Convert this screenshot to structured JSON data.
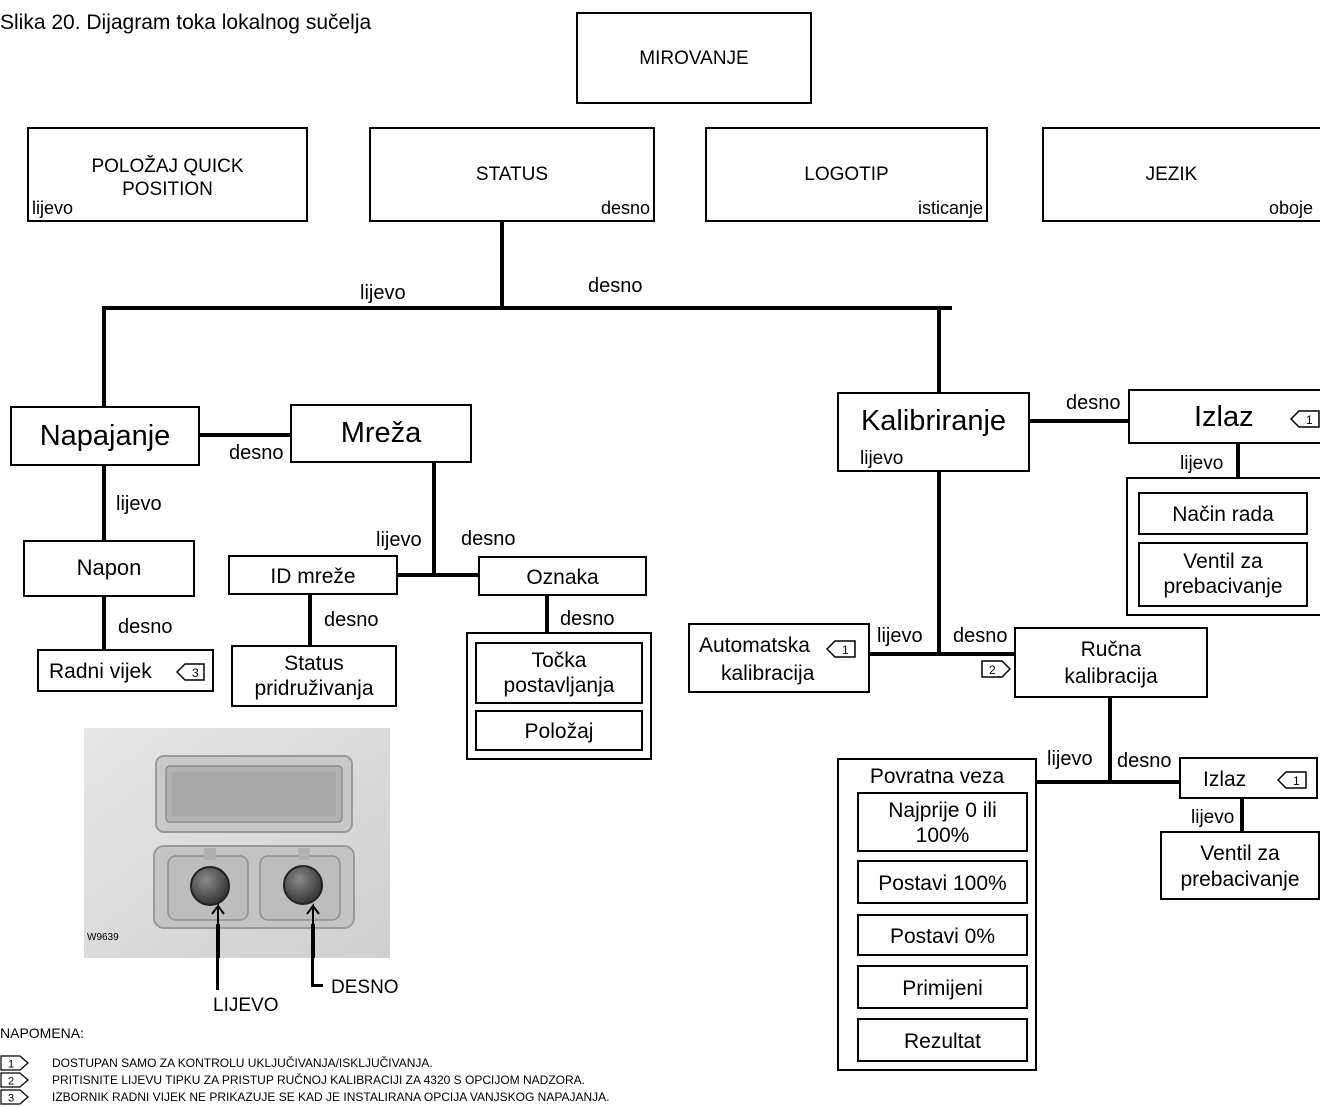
{
  "caption": "Slika 20. Dijagram toka lokalnog sučelja",
  "colors": {
    "line": "#000000",
    "background": "#ffffff",
    "photo_bg": "#d9d9d9"
  },
  "nodes": {
    "mirovanje": "MIROVANJE",
    "polozaj_quick": {
      "line1": "POLOŽAJ QUICK",
      "line2": "POSITION",
      "hint": "lijevo"
    },
    "status": {
      "label": "STATUS",
      "hint": "desno"
    },
    "logotip": {
      "label": "LOGOTIP",
      "hint": "isticanje"
    },
    "jezik": {
      "label": "JEZIK",
      "hint": "oboje"
    },
    "napajanje": "Napajanje",
    "mreza": "Mreža",
    "kalibriranje": {
      "label": "Kalibriranje",
      "hint": "lijevo"
    },
    "izlaz_top": "Izlaz",
    "nacin_rada": "Način rada",
    "ventil_top": {
      "line1": "Ventil za",
      "line2": "prebacivanje"
    },
    "napon": "Napon",
    "radni_vijek": "Radni vijek",
    "id_mreze": "ID mreže",
    "oznaka": "Oznaka",
    "status_pridruzivanja": {
      "line1": "Status",
      "line2": "pridruživanja"
    },
    "tocka_postavljanja": {
      "line1": "Točka",
      "line2": "postavljanja"
    },
    "polozaj": "Položaj",
    "automatska_kalibracija": {
      "line1": "Automatska",
      "line2": "kalibracija"
    },
    "rucna_kalibracija": {
      "line1": "Ručna",
      "line2": "kalibracija"
    },
    "povratna_veza": "Povratna veza",
    "najprije": {
      "line1": "Najprije 0 ili",
      "line2": "100%"
    },
    "postavi_100": "Postavi 100%",
    "postavi_0": "Postavi 0%",
    "primijeni": "Primijeni",
    "rezultat": "Rezultat",
    "izlaz_bottom": "Izlaz",
    "ventil_bottom": {
      "line1": "Ventil za",
      "line2": "prebacivanje"
    }
  },
  "edges": {
    "status_left": "lijevo",
    "status_right": "desno",
    "napajanje_mreza": "desno",
    "napajanje_napon": "lijevo",
    "napon_radni": "desno",
    "mreza_left": "lijevo",
    "mreza_right": "desno",
    "id_status": "desno",
    "oznaka_down": "desno",
    "kal_izlaz": "desno",
    "izlaz_down": "lijevo",
    "kal_auto": "lijevo",
    "kal_rucna": "desno",
    "rucna_left": "lijevo",
    "rucna_right": "desno",
    "izlaz2_down": "lijevo"
  },
  "markers": {
    "one": "1",
    "two": "2",
    "three": "3"
  },
  "photo": {
    "code": "W9639",
    "left_label": "LIJEVO",
    "right_label": "DESNO"
  },
  "notes": {
    "title": "NAPOMENA:",
    "items": [
      {
        "num": "1",
        "text": "DOSTUPAN SAMO ZA KONTROLU UKLJUČIVANJA/ISKLJUČIVANJA."
      },
      {
        "num": "2",
        "text": "PRITISNITE LIJEVU TIPKU ZA PRISTUP RUČNOJ KALIBRACIJI ZA 4320 S OPCIJOM NADZORA."
      },
      {
        "num": "3",
        "text": "IZBORNIK RADNI VIJEK NE PRIKAZUJE SE KAD JE INSTALIRANA OPCIJA VANJSKOG NAPAJANJA."
      }
    ]
  }
}
